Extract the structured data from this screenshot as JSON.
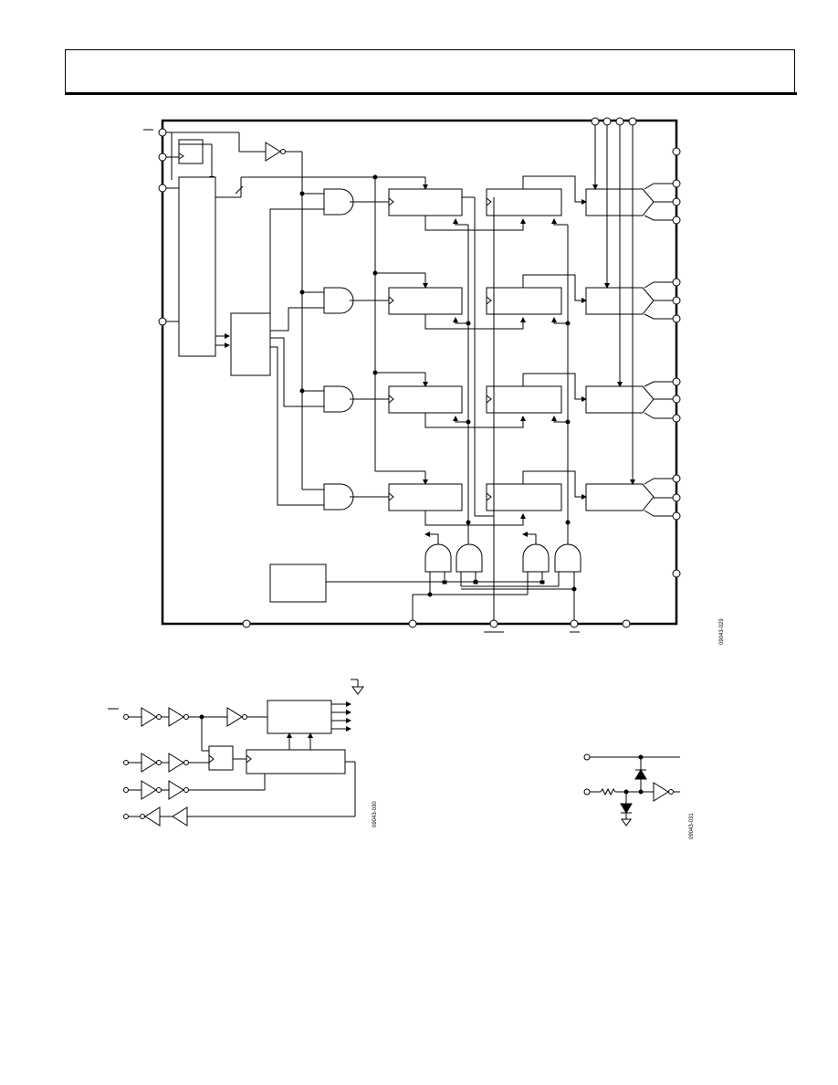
{
  "page": {
    "header_text": ""
  },
  "figures": [
    {
      "id": "functional-block-diagram",
      "code": "09043-029"
    },
    {
      "id": "interface-block-diagram",
      "code": "09043-030"
    },
    {
      "id": "equivalent-input-circuit",
      "code": "09043-031"
    }
  ],
  "colors": {
    "ink": "#000000",
    "paper": "#ffffff"
  }
}
